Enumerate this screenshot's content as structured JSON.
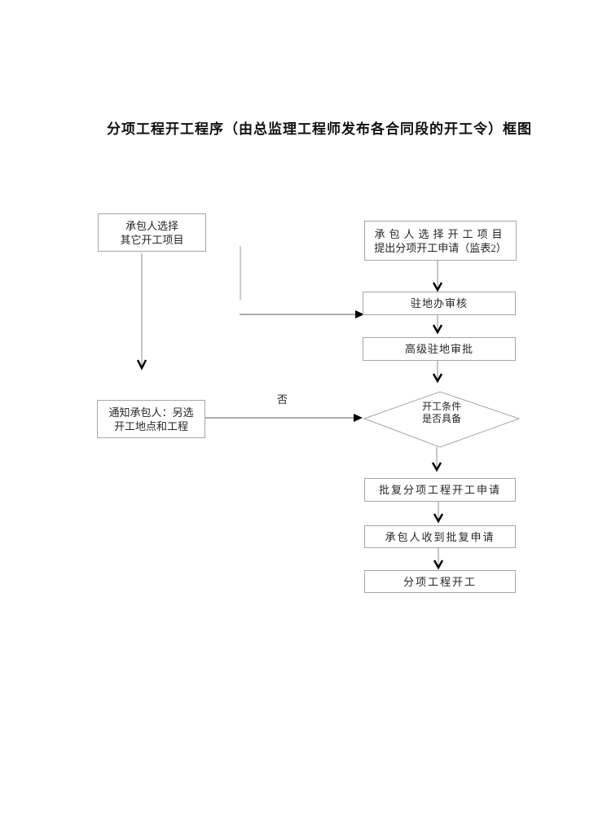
{
  "title": "分项工程开工程序（由总监理工程师发布各合同段的开工令）框图",
  "flowchart": {
    "nodes": {
      "select_other": {
        "line1": "承包人选择",
        "line2": "其它开工项目"
      },
      "select_project": {
        "line1": "承包人选择开工项目",
        "line2": "提出分项开工申请（监表2）"
      },
      "resident_review": {
        "label": "驻地办审核"
      },
      "senior_approve": {
        "label": "高级驻地审批"
      },
      "decision": {
        "line1": "开工条件",
        "line2": "是否具备"
      },
      "approve_application": {
        "label": "批复分项工程开工申请"
      },
      "receive_approval": {
        "label": "承包人收到批复申请"
      },
      "commence": {
        "label": "分项工程开工"
      },
      "notify": {
        "line1": "通知承包人：另选",
        "line2": "开工地点和工程"
      }
    },
    "edge_labels": {
      "no": "否"
    },
    "colors": {
      "box_border": "#a6a6a6",
      "line": "#7f7f7f",
      "arrowhead": "#000000",
      "text": "#262626"
    }
  }
}
